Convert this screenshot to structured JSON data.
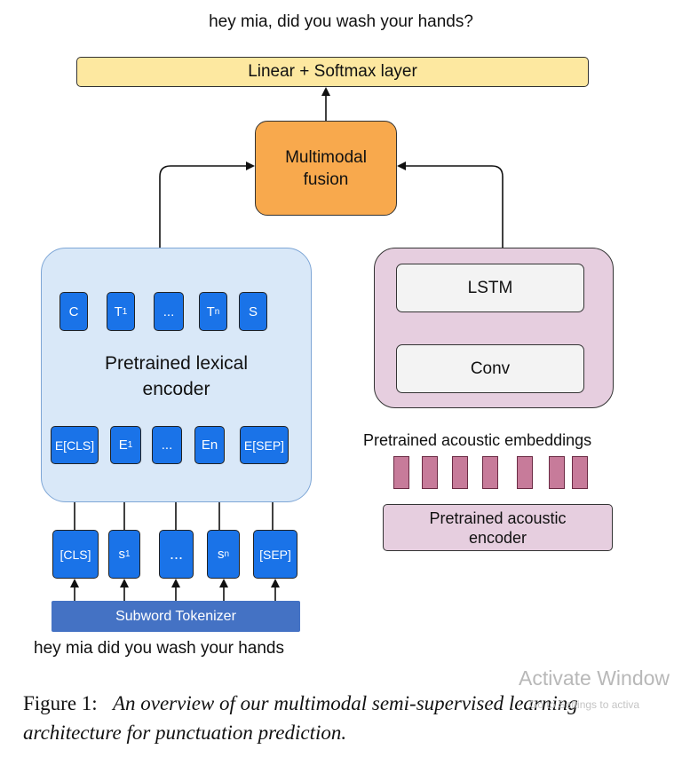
{
  "output_text": "hey mia, did you wash your hands?",
  "linear_layer": "Linear + Softmax layer",
  "fusion": {
    "line1": "Multimodal",
    "line2": "fusion"
  },
  "lexical": {
    "title_line1": "Pretrained lexical",
    "title_line2": "encoder",
    "top_tokens": [
      "C",
      "T",
      "...",
      "T",
      "S"
    ],
    "top_subs": [
      "",
      "1",
      "",
      "n",
      ""
    ],
    "emb_tokens": [
      "E[CLS]",
      "E",
      "...",
      "En",
      "E[SEP]"
    ],
    "emb_subs": [
      "",
      "1",
      "",
      "",
      ""
    ]
  },
  "input_tokens": [
    "[CLS]",
    "s",
    "...",
    "s",
    "[SEP]"
  ],
  "input_subs": [
    "",
    "1",
    "",
    "n",
    ""
  ],
  "tokenizer": "Subword Tokenizer",
  "input_text": "hey mia did you wash your hands",
  "acoustic": {
    "lstm": "LSTM",
    "conv": "Conv",
    "embeddings_label": "Pretrained acoustic embeddings",
    "encoder_line1": "Pretrained acoustic",
    "encoder_line2": "encoder"
  },
  "caption": {
    "label": "Figure 1:",
    "text": "An overview of our multimodal semi-supervised learning architecture for punctuation prediction."
  },
  "watermark": {
    "line1": "Activate Window",
    "line2": "Go to Settings to activa"
  },
  "colors": {
    "linear": "#fde8a0",
    "fusion": "#f8a94d",
    "lexical_panel": "#d9e8f8",
    "token": "#1a73e8",
    "acoustic_panel": "#e6cedf",
    "embedding": "#c77b9a",
    "tokenizer": "#4472c4"
  }
}
